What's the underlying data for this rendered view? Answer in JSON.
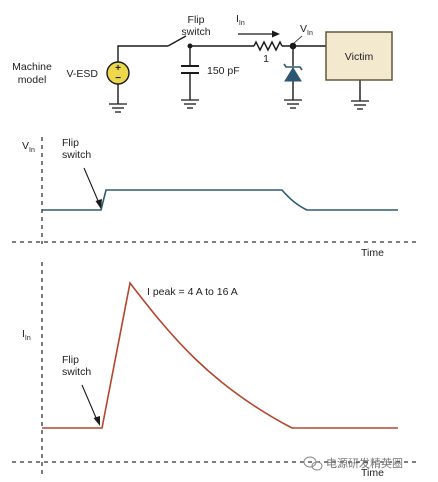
{
  "circuit": {
    "machine_model_line1": "Machine",
    "machine_model_line2": "model",
    "source_label": "V-ESD",
    "flip_switch_line1": "Flip",
    "flip_switch_line2": "switch",
    "capacitor_label": "150 pF",
    "resistor_label": "1",
    "current_label": "I",
    "current_sub": "In",
    "voltage_label": "V",
    "voltage_sub": "In",
    "victim_label": "Victim"
  },
  "top_plot": {
    "y_label": "V",
    "y_sub": "In",
    "flip_line1": "Flip",
    "flip_line2": "switch",
    "x_label": "Time"
  },
  "bottom_plot": {
    "y_label": "I",
    "y_sub": "In",
    "flip_line1": "Flip",
    "flip_line2": "switch",
    "peak_label": "I peak = 4 A to 16 A",
    "x_label": "Time"
  },
  "watermark": "电源研发精英圈",
  "colors": {
    "wire": "#1a1a1a",
    "voltage_trace": "#2e5b73",
    "current_trace": "#b5462e",
    "source_fill": "#ecd84a",
    "victim_fill": "#f3e9cf",
    "victim_border": "#5a4e2e",
    "zener_fill": "#2d5673"
  }
}
